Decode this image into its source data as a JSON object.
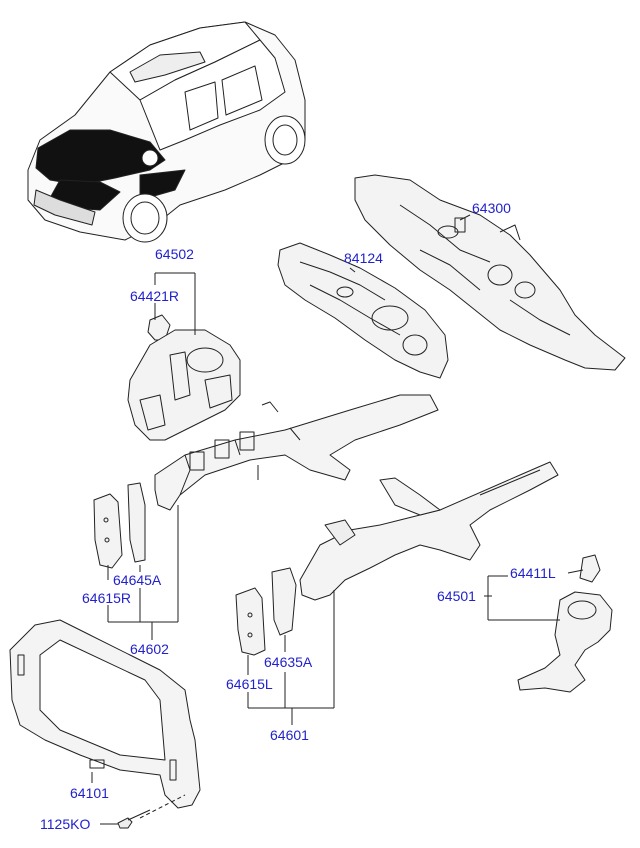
{
  "labels": {
    "p64300": "64300",
    "p84124": "84124",
    "p64502": "64502",
    "p64421R": "64421R",
    "p64645A": "64645A",
    "p64615R": "64615R",
    "p64602": "64602",
    "p64411L": "64411L",
    "p64501": "64501",
    "p64635A": "64635A",
    "p64615L": "64615L",
    "p64601": "64601",
    "p64101": "64101",
    "p1125KO": "1125KO"
  },
  "colors": {
    "label": "#2222cc",
    "line": "#222222",
    "part_fill": "#f4f4f4",
    "car_engine_bay": "#111111"
  }
}
